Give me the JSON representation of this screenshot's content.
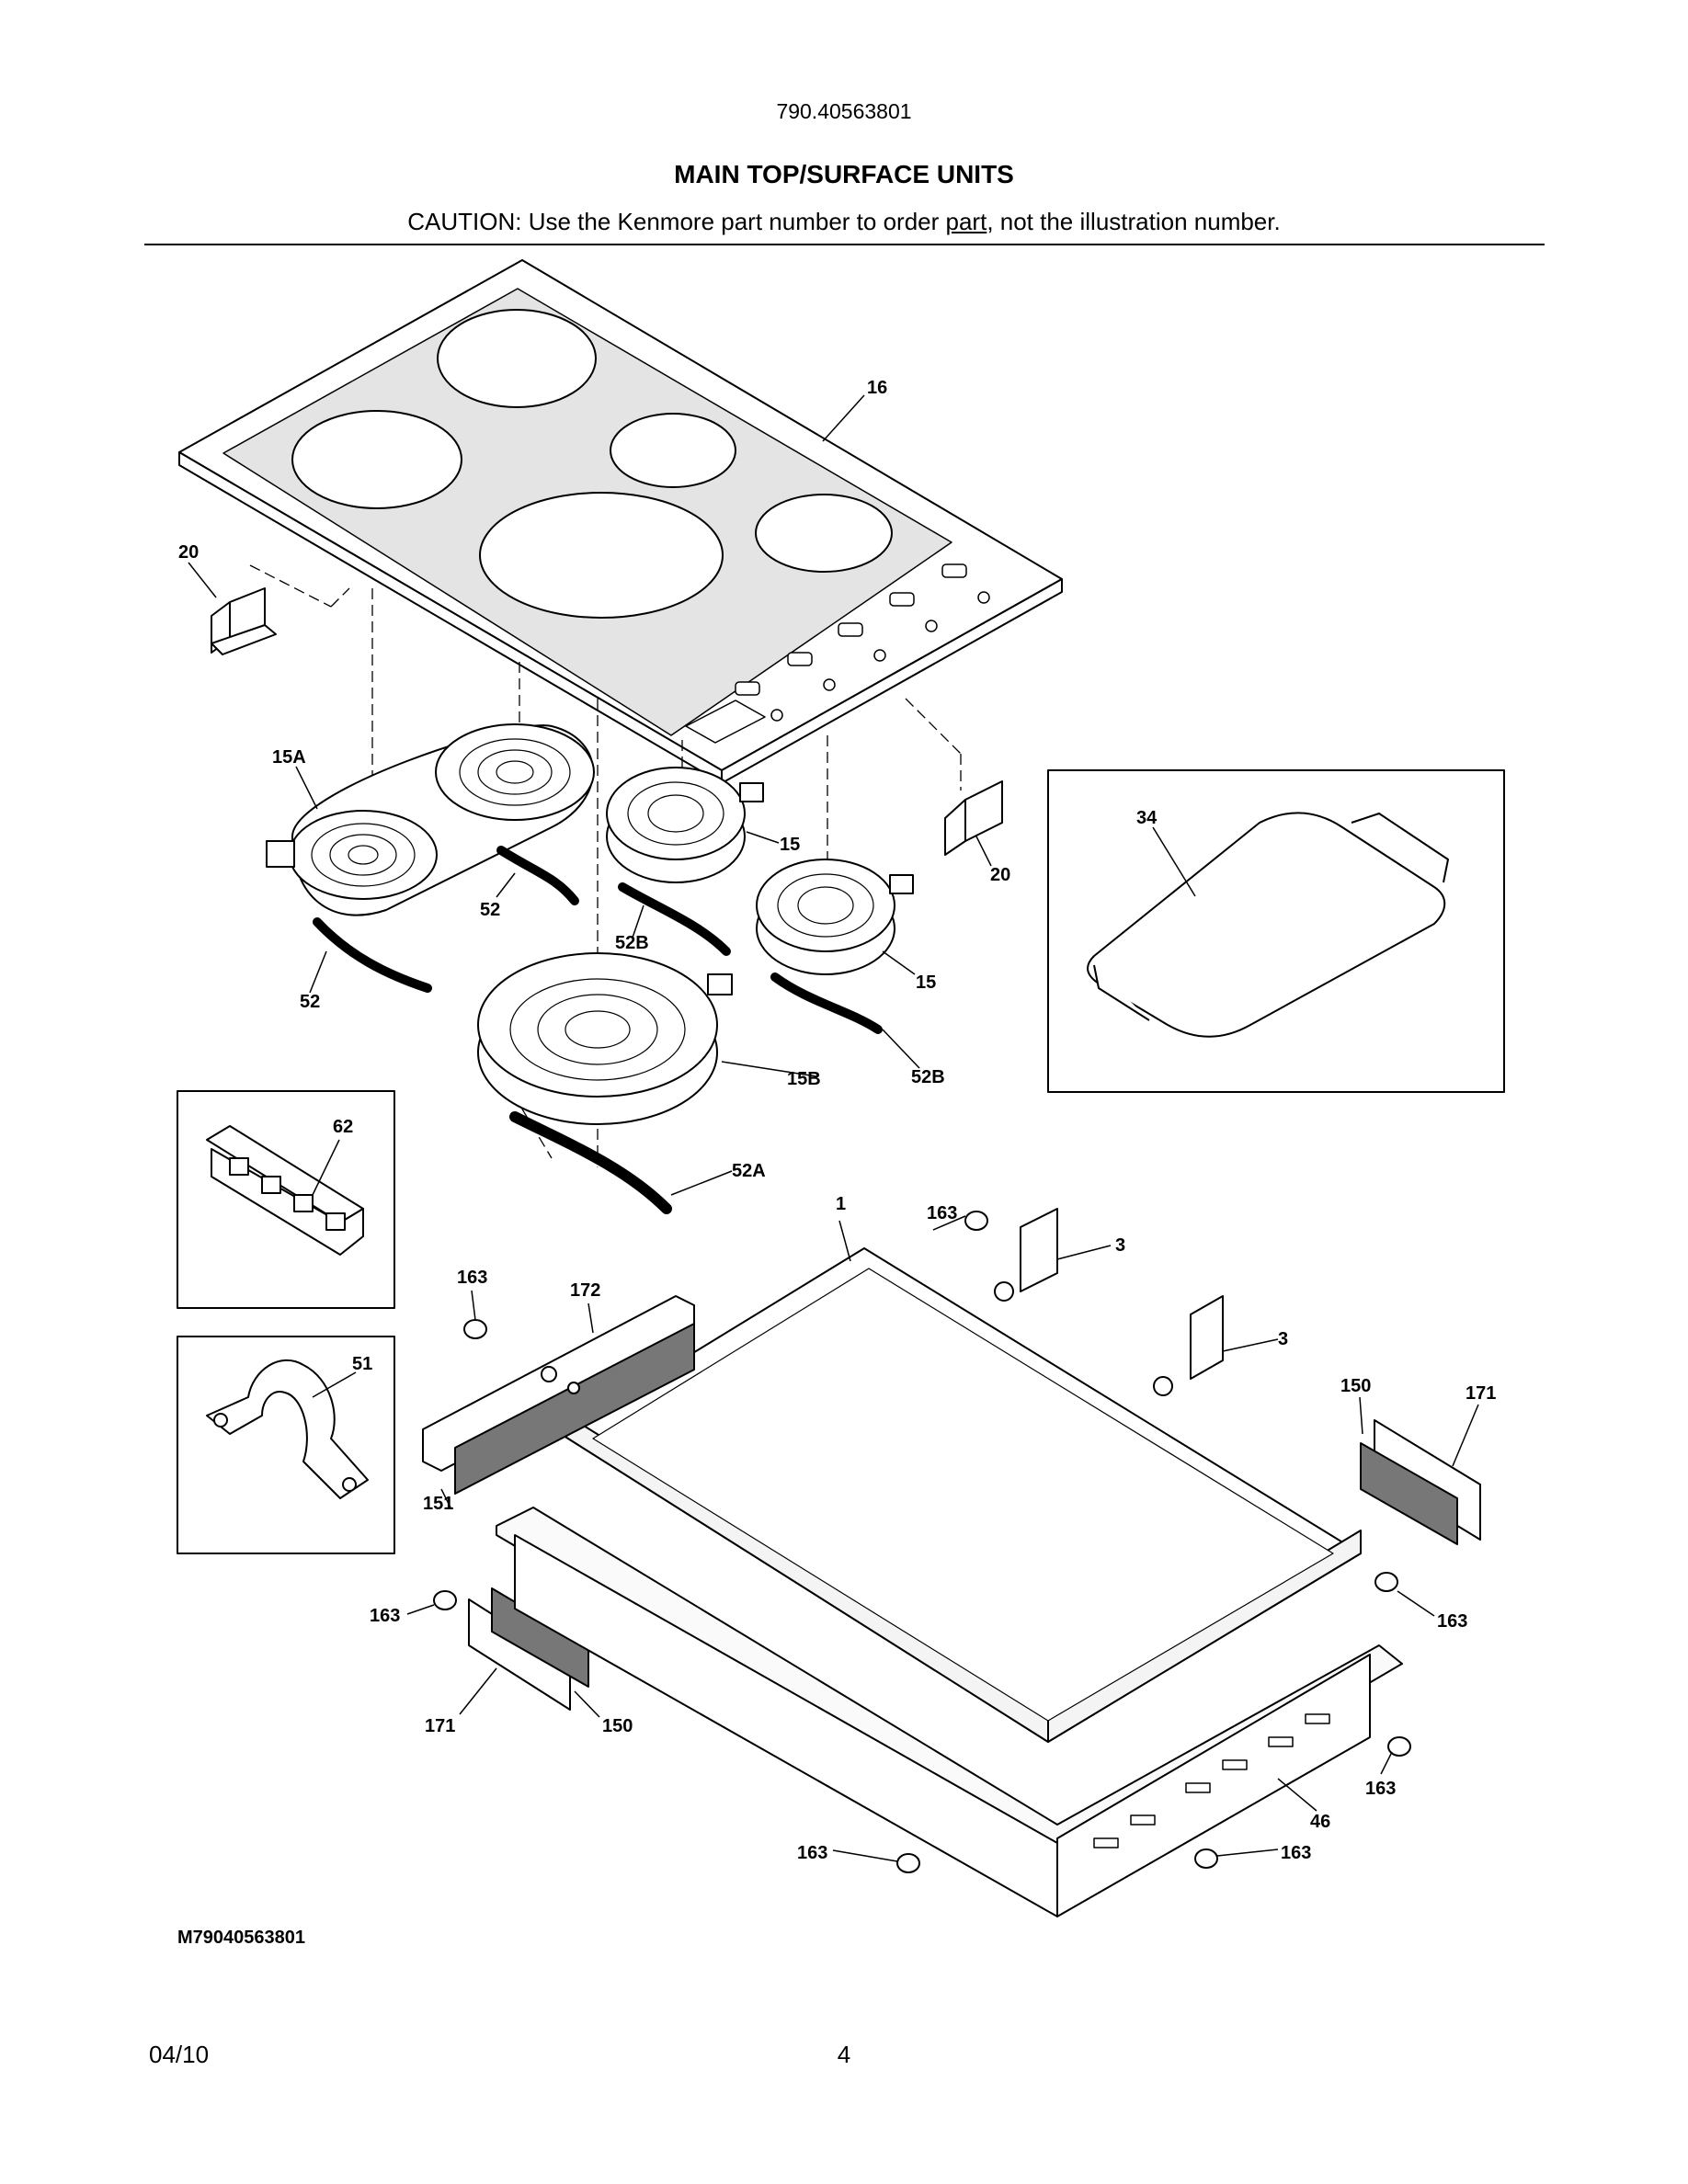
{
  "header": {
    "model_number": "790.40563801",
    "title": "MAIN TOP/SURFACE UNITS",
    "caution_prefix": "CAUTION: Use the Kenmore part number to order ",
    "caution_underlined": "part",
    "caution_suffix": ", not the illustration number."
  },
  "callouts": {
    "c16": "16",
    "c20a": "20",
    "c20b": "20",
    "c15A": "15A",
    "c15a": "15",
    "c15b": "15",
    "c52a": "52",
    "c52b": "52",
    "c52Ba": "52B",
    "c52Bb": "52B",
    "c15B": "15B",
    "c52A": "52A",
    "c34": "34",
    "c62": "62",
    "c51": "51",
    "c1": "1",
    "c3a": "3",
    "c3b": "3",
    "c163a": "163",
    "c163b": "163",
    "c163c": "163",
    "c163d": "163",
    "c163e": "163",
    "c163f": "163",
    "c163g": "163",
    "c172": "172",
    "c151": "151",
    "c150a": "150",
    "c150b": "150",
    "c171a": "171",
    "c171b": "171",
    "c46": "46"
  },
  "footer": {
    "figure_code": "M79040563801",
    "date": "04/10",
    "page_number": "4"
  }
}
